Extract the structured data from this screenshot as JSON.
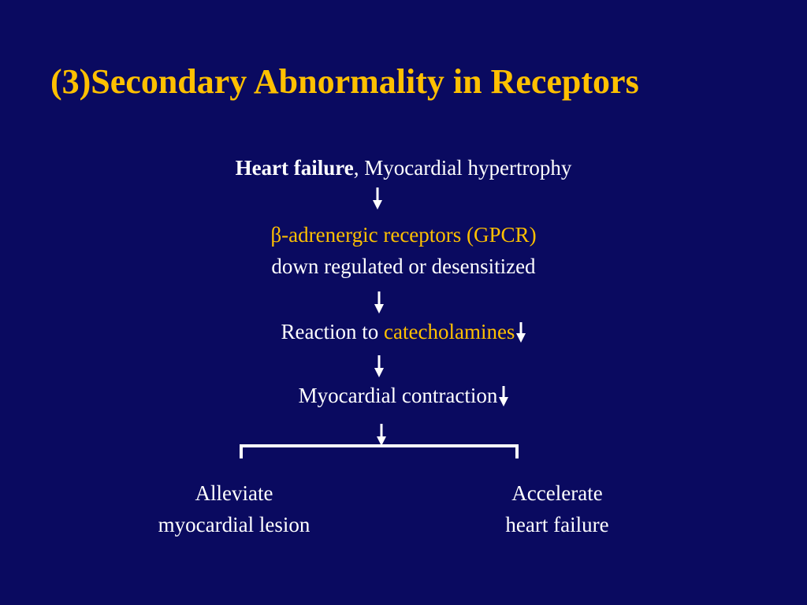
{
  "slide": {
    "title": "(3)Secondary Abnormality in Receptors",
    "colors": {
      "background": "#0a0a60",
      "accent": "#ffc000",
      "text": "#ffffff"
    },
    "flow": {
      "step1": {
        "bold": "Heart failure",
        "rest": ", Myocardial hypertrophy"
      },
      "step2": {
        "line1": "β-adrenergic receptors (GPCR)",
        "line2": "down regulated or desensitized"
      },
      "step3": {
        "prefix": "Reaction to ",
        "highlight": "catecholamines"
      },
      "step4": {
        "text": "Myocardial contraction"
      }
    },
    "outcomes": {
      "left": {
        "line1": "Alleviate",
        "line2": "myocardial lesion"
      },
      "right": {
        "line1": "Accelerate",
        "line2": "heart failure"
      }
    },
    "icons": [
      "down-arrow-icon",
      "decrease-arrow-icon",
      "branch-bracket"
    ]
  }
}
